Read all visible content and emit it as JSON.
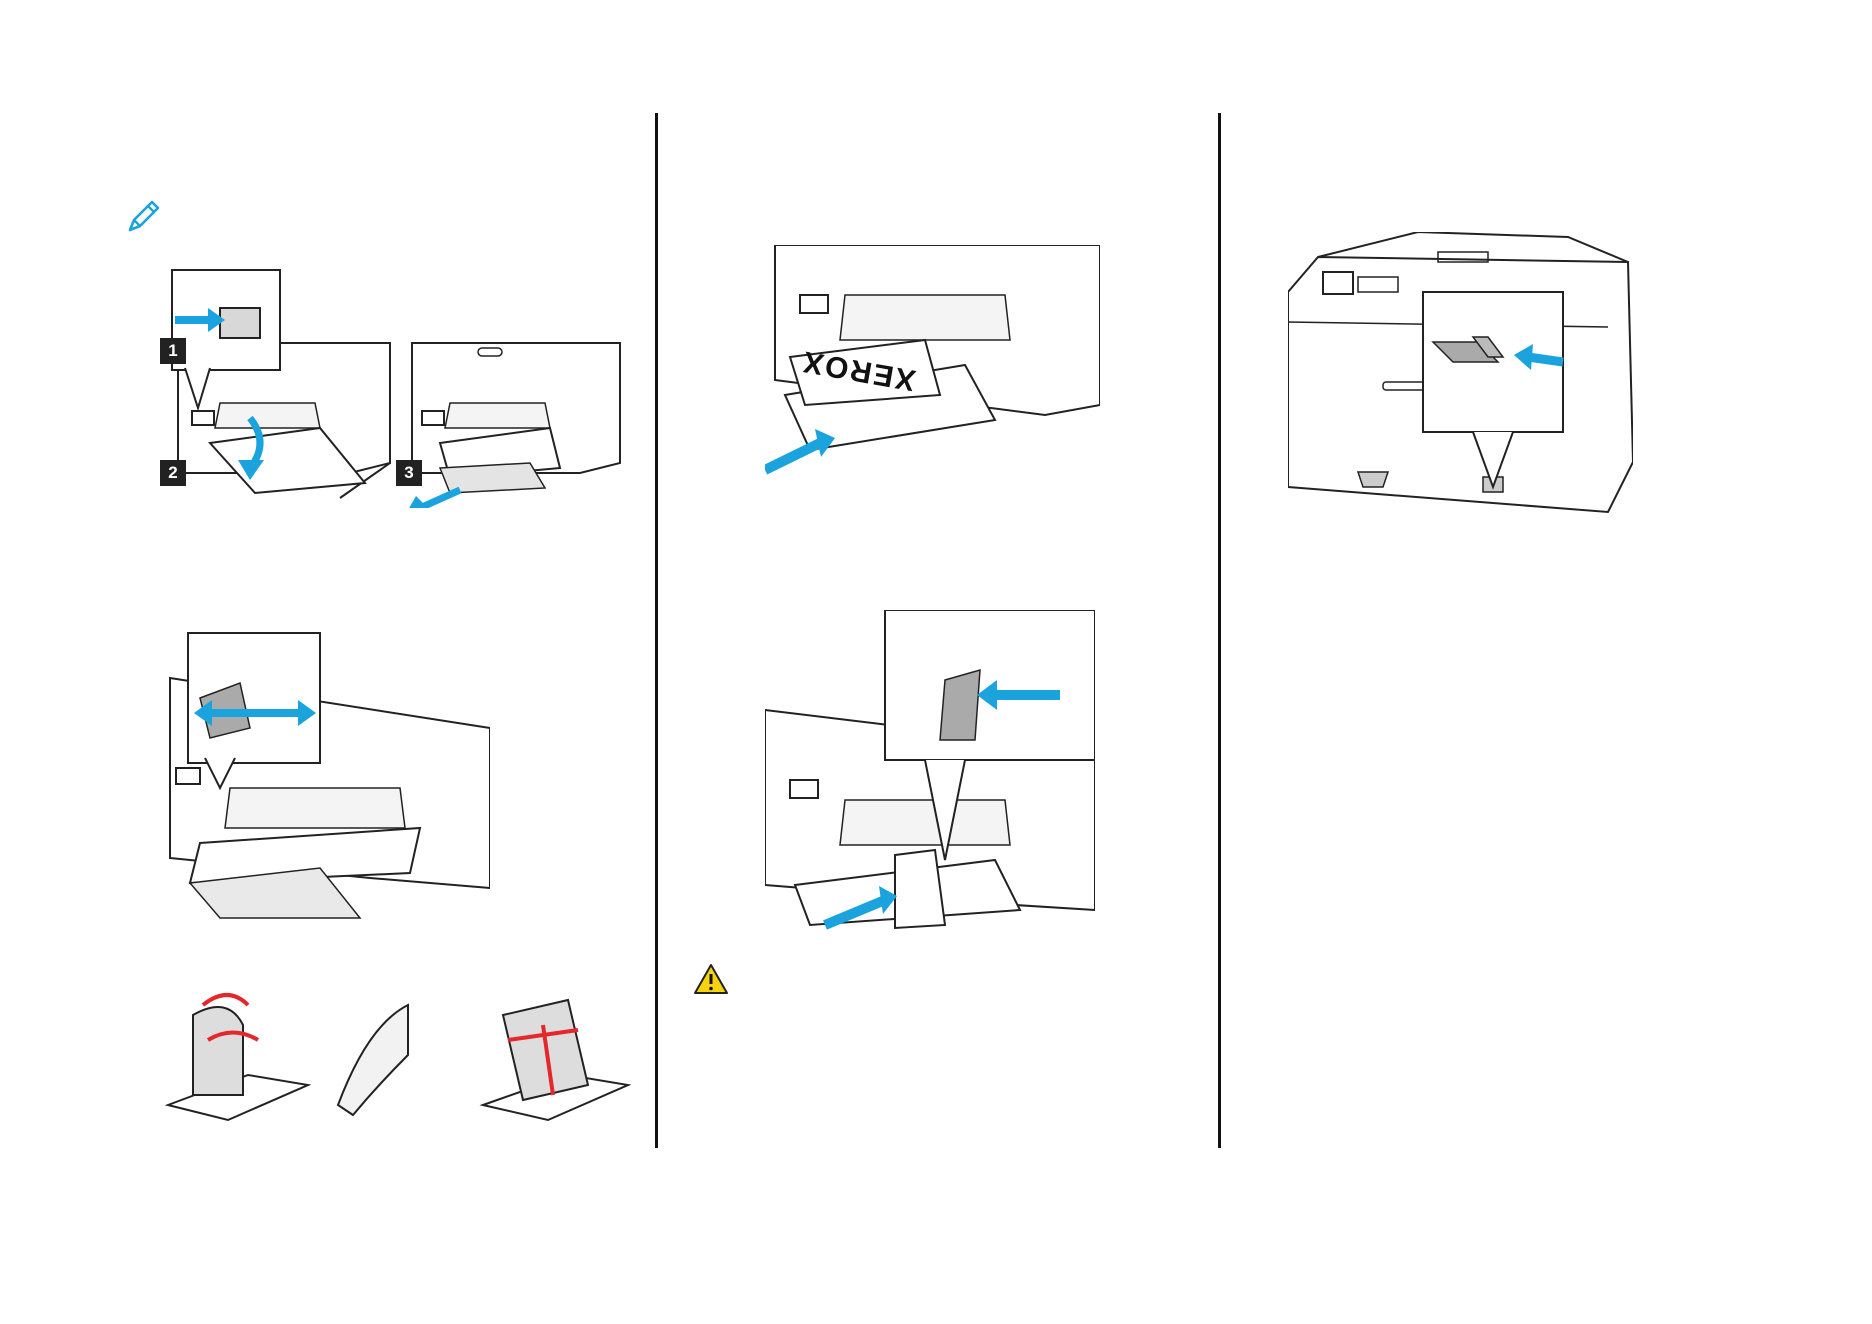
{
  "colors": {
    "accent": "#1aa3dc",
    "arrow_red": "#e5262b",
    "warning_yellow": "#f5d40f",
    "line": "#222222",
    "paper_gray": "#c8c8c8"
  },
  "icons": {
    "note": "pencil-note-icon",
    "caution": "warning-triangle-icon"
  },
  "column1": {
    "steps": {
      "step1": "1",
      "step2": "2",
      "step3": "3"
    }
  },
  "column2": {
    "paper_brand": "XEROX"
  }
}
